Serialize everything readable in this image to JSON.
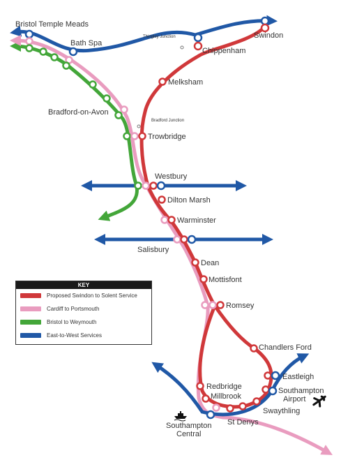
{
  "colors": {
    "red": "#d0383a",
    "pink": "#e99cbf",
    "green": "#43a639",
    "blue": "#2058a6"
  },
  "stations": {
    "bristol_temple_meads": "Bristol Temple Meads",
    "bath_spa": "Bath Spa",
    "swindon": "Swindon",
    "chippenham": "Chippenham",
    "melksham": "Melksham",
    "bradford_on_avon": "Bradford-on-Avon",
    "trowbridge": "Trowbridge",
    "westbury": "Westbury",
    "dilton_marsh": "Dilton Marsh",
    "warminster": "Warminster",
    "salisbury": "Salisbury",
    "dean": "Dean",
    "mottisfont": "Mottisfont",
    "romsey": "Romsey",
    "chandlers_ford": "Chandlers Ford",
    "eastleigh": "Eastleigh",
    "southampton_airport": "Southampton",
    "southampton_airport_2": "Airport",
    "swaythling": "Swaythling",
    "st_denys": "St Denys",
    "redbridge": "Redbridge",
    "millbrook": "Millbrook",
    "southampton_central": "Southampton",
    "southampton_central_2": "Central"
  },
  "junctions": {
    "thingley": "Thingley Junction",
    "bradford": "Bradford Junction"
  },
  "key": {
    "title": "KEY",
    "items": [
      {
        "label": "Proposed Swindon to Solent Service",
        "color": "#d0383a"
      },
      {
        "label": "Cardiff to Portsmouth",
        "color": "#e99cbf"
      },
      {
        "label": "Bristol to Weymouth",
        "color": "#43a639"
      },
      {
        "label": "East-to-West Services",
        "color": "#2058a6"
      }
    ]
  },
  "icons": {
    "ship": "ship-icon",
    "airport": "airplane-icon"
  }
}
